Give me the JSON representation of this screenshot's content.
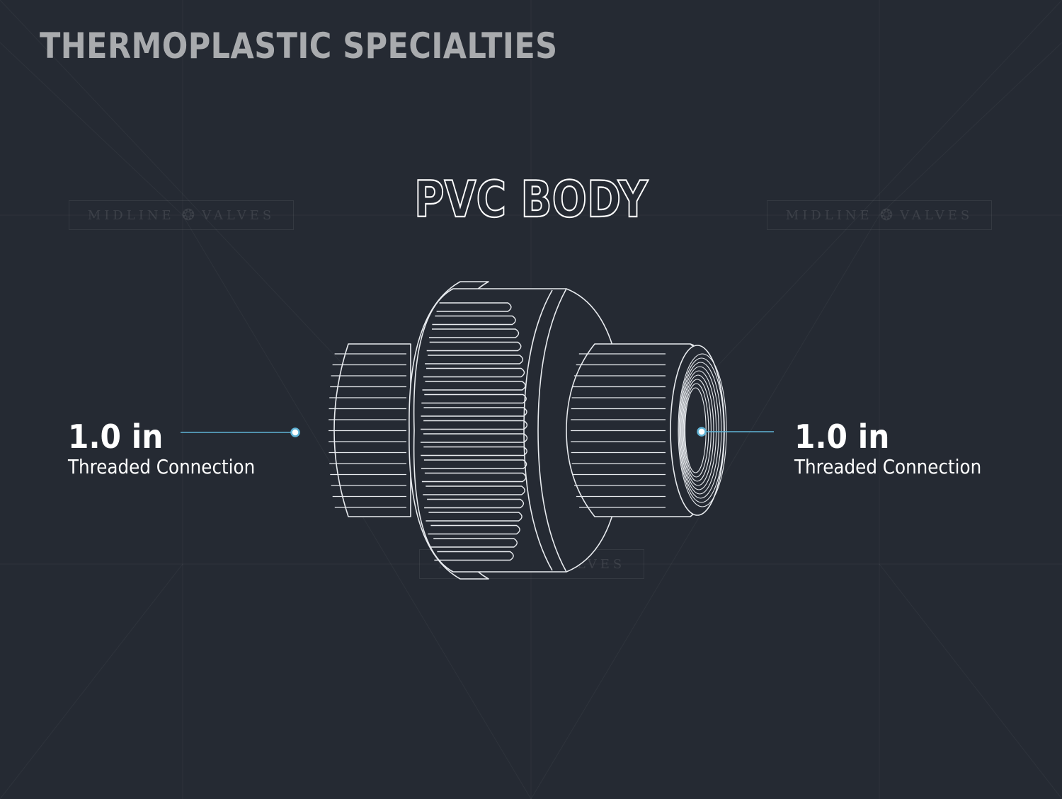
{
  "header": {
    "title": "THERMOPLASTIC SPECIALTIES"
  },
  "product": {
    "label": "PVC BODY"
  },
  "watermark": {
    "text_left": "MIDLINE",
    "text_right": "VALVES",
    "icon": "wheel-icon"
  },
  "callouts": [
    {
      "size": "1.0 in",
      "description": "Threaded Connection",
      "side": "left"
    },
    {
      "size": "1.0 in",
      "description": "Threaded Connection",
      "side": "right"
    }
  ],
  "colors": {
    "background": "#252a33",
    "line": "#e8ebef",
    "accent": "#5fb3d6",
    "header_text": "#a9abae"
  }
}
